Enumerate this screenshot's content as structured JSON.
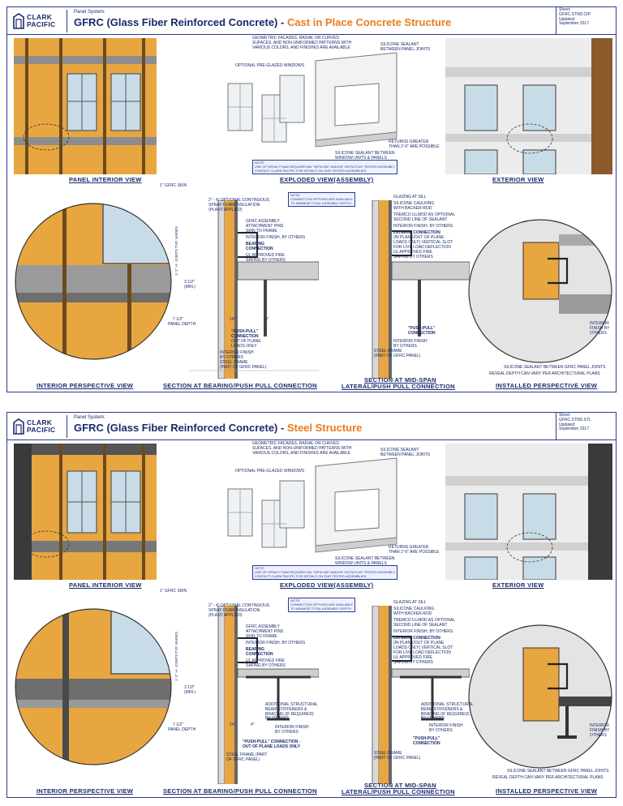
{
  "colors": {
    "brand": "#1a2a6b",
    "accent": "#e87c1e",
    "border": "#2b3a8c",
    "insulation": "#e8a640"
  },
  "sheets": [
    {
      "logo": {
        "line1": "CLARK",
        "line2": "PACIFIC"
      },
      "system_label": "Panel System:",
      "title_main": "GFRC (Glass Fiber Reinforced Concrete) - ",
      "title_sub": "Cast in Place Concrete Structure",
      "meta": {
        "sheet_label": "Sheet:",
        "sheet_id": "GFRC.STND.CIP",
        "updated_label": "Updated:",
        "updated": "September 2017"
      },
      "captions": {
        "panel_interior": "PANEL INTERIOR VIEW",
        "exploded": "EXPLODED VIEW(ASSEMBLY)",
        "exterior": "EXTERIOR VIEW",
        "interior_persp": "INTERIOR PERSPECTIVE VIEW",
        "section_bearing": "SECTION AT BEARING/PUSH PULL CONNECTION",
        "section_mid_1": "SECTION AT MID-SPAN",
        "section_mid_2": "LATERAL/PUSH PULL CONNECTION",
        "installed": "INSTALLED PERSPECTIVE VIEW"
      },
      "exploded_notes": {
        "facades": "GEOMETRIC FACADES, RADIAL OR CURVED\nSUFACES, AND NON-UNIFORMED PATTERNS WITH\nVARIOUS COLORS, AND FINISHES ARE AVAILABLE",
        "sealant_joints": "SILICONE SEALANT\nBETWEEN PANEL JOINTS",
        "windows": "OPTIONAL PRE-GLAZED WINDOWS",
        "returns": "RETURNS GREATER\nTHAN 2'-0\" ARE POSSIBLE",
        "sealant_windows": "SILICONE SEALANT BETWEEN\nWINDOW UNITS & PANELS",
        "note_box": "NOTE:\nUSE OF SPRAY FOAM REQUIRES AN \"NFPA 285\" AND/OR \"ASTM E119\" TESTED ASSEMBLY.\nCONTACT CLARK PACIFIC FOR DETAILS ON OUR TESTED ASSEMBLIES."
      },
      "section_notes": {
        "skin": "1\" GFRC SKIN",
        "insulation": "2\" - 4\" OPTIONAL CONTINUOUS\nSPRAY FOAM INSULATION\n(PLANT APPLIED)",
        "pins": "GFRC ASSEMBLY\nATTACHMENT PINS\nSKIN TO FRAME",
        "interior_finish": "INTERIOR FINISH, BY OTHERS",
        "bearing": "BEARING\nCONNECTION",
        "fire_safing": "UL APPROVED FIRE\nSAFING BY OTHERS",
        "push_pull": "\"PUSH-PULL\"\nCONNECTION",
        "out_of_plane": "OUT OF PLANE\nLOADS ONLY",
        "interior_finish_2": "INTERIOR FINISH\nBY OTHERS",
        "steel_frame": "STEEL FRAME\n(PART OF GFRC PANEL)",
        "connection_box": "NOTE:\nCONNECTION OPTIONS ARE AVAILABLE\nTO MINIMIZE TOTAL ASSEMBLY DEPTH",
        "glazing": "GLAZING AT SILL",
        "caulking": "SILICONE CAULKING\nWITH BACKER-ROD",
        "tremco": "TREMCO ILLMOD AS OPTIONAL\nSECOND LINE OF SEALANT",
        "interior_finish_3": "INTERIOR FINISH, BY OTHERS",
        "lateral": "LATERAL CONNECTION",
        "lateral_desc": "(IN PLANE/OUT OF PLANE\nLOADS ONLY) VERTICAL SLOT\nFOR LIVE LOAD DEFLECTION",
        "fire_safing_2": "UL APPROVED FIRE\nSAFING BY OTHERS",
        "push_pull_2": "\"PUSH-PULL\"\nCONNECTION",
        "interior_finish_4": "INTERIOR FINISH\nBY OTHERS",
        "steel_frame_2": "STEEL FRAME\n(PART OF GFRC PANEL)",
        "dim_3_half": "3 1/2\"",
        "dim_min": "(MIN.)",
        "dim_7_half": "7 1/2\"",
        "panel_depth": "PANEL DEPTH",
        "dim_14": "14\"",
        "dim_4": "4\"",
        "vdim_varies": "1'-1\" +/- JOINTS TYP. VARIES"
      },
      "installed_notes": {
        "interior_finish": "INTERIOR\nFINISH BY\nOTHERS",
        "sealant": "SILICONE SEALANT BETWEEN GFRC PANEL JOINTS",
        "reveal": "REVEAL DEPTH CAN VARY PER ARCHITECTURAL PLANS"
      }
    },
    {
      "logo": {
        "line1": "CLARK",
        "line2": "PACIFIC"
      },
      "system_label": "Panel System:",
      "title_main": "GFRC (Glass Fiber Reinforced Concrete) - ",
      "title_sub": "Steel Structure",
      "meta": {
        "sheet_label": "Sheet:",
        "sheet_id": "GFRC.STND.STL",
        "updated_label": "Updated:",
        "updated": "September 2017"
      },
      "captions": {
        "panel_interior": "PANEL INTERIOR VIEW",
        "exploded": "EXPLODED VIEW(ASSEMBLY)",
        "exterior": "EXTERIOR VIEW",
        "interior_persp": "INTERIOR PERSPECTIVE VIEW",
        "section_bearing": "SECTION AT BEARING/PUSH PULL CONNECTION",
        "section_mid_1": "SECTION AT MID-SPAN",
        "section_mid_2": "LATERAL/PUSH PULL CONNECTION",
        "installed": "INSTALLED PERSPECTIVE VIEW"
      },
      "exploded_notes": {
        "facades": "GEOMETRIC FACADES, RADIAL OR CURVED\nSUFACES, AND NON-UNIFORMED PATTERNS WITH\nVARIOUS COLORS, AND FINISHES ARE AVAILABLE",
        "sealant_joints": "SILICONE SEALANT\nBETWEEN PANEL JOINTS",
        "windows": "OPTIONAL PRE-GLAZED WINDOWS",
        "returns": "RETURNS GREATER\nTHAN 2'-0\" ARE POSSIBLE",
        "sealant_windows": "SILICONE SEALANT BETWEEN\nWINDOW UNITS & PANELS",
        "note_box": "NOTE:\nUSE OF SPRAY FOAM REQUIRES AN \"NFPA 285\" AND/OR \"ASTM E119\" TESTED ASSEMBLY.\nCONTACT CLARK PACIFIC FOR DETAILS ON OUR TESTED ASSEMBLIES."
      },
      "section_notes": {
        "skin": "1\" GFRC SKIN",
        "insulation": "2\" - 4\" OPTIONAL CONTINUOUS\nSPRAY FOAM INSULATION\n(PLANT APPLIED)",
        "pins": "GFRC ASSEMBLY\nATTACHMENT PINS\nSKIN TO FRAME",
        "interior_finish": "INTERIOR FINISH, BY OTHERS",
        "bearing": "BEARING\nCONNECTION",
        "fire_safing": "UL APPROVED FIRE\nSAFING BY OTHERS",
        "additional": "ADDITIONAL STRUCTURAL\nBEAM STIFFENERS &\nBRACING (IF REQUIRED)\nBY OTHERS",
        "interior_finish_2": "INTERIOR FINISH\nBY OTHERS",
        "push_pull": "\"PUSH-PULL\" CONNECTION -\nOUT OF PLANE LOADS ONLY",
        "steel_frame": "STEEL FRAME (PART\nOF GFRC PANEL)",
        "connection_box": "NOTE:\nCONNECTION OPTIONS ARE AVAILABLE\nTO MINIMIZE TOTAL ASSEMBLY DEPTH",
        "glazing": "GLAZING AT SILL",
        "caulking": "SILICONE CAULKING\nWITH BACKER-ROD",
        "tremco": "TREMCO ILLMOD AS OPTIONAL\nSECOND LINE OF SEALANT",
        "interior_finish_3": "INTERIOR FINISH, BY OTHERS",
        "lateral": "LATERAL CONNECTION",
        "lateral_desc": "(IN PLANE/OUT OF PLANE\nLOADS ONLY) VERTICAL SLOT\nFOR LIVE LOAD DEFLECTION",
        "fire_safing_2": "UL APPROVED FIRE\nSAFING BY OTHERS",
        "additional_2": "ADDITIONAL STRUCTURAL\nBEAM STIFFENERS &\nBRACING (IF REQUIRED)\nBY OTHERS",
        "interior_finish_4": "INTERIOR FINISH\nBY OTHERS",
        "push_pull_2": "\"PUSH-PULL\"\nCONNECTION",
        "steel_frame_2": "STEEL FRAME\n(PART OF GFRC PANEL)",
        "dim_3_half": "3 1/2\"",
        "dim_min": "(MIN.)",
        "dim_7_half": "7 1/2\"",
        "panel_depth": "PANEL DEPTH",
        "dim_14": "14\"",
        "dim_4": "4\"",
        "vdim_varies": "1'-1\" +/- JOINTS TYP. VARIES"
      },
      "installed_notes": {
        "interior_finish": "INTERIOR\nFINISH BY\nOTHERS",
        "sealant": "SILICONE SEALANT BETWEEN GFRC PANEL JOINTS",
        "reveal": "REVEAL DEPTH CAN VARY PER ARCHITECTURAL PLANS"
      }
    }
  ]
}
